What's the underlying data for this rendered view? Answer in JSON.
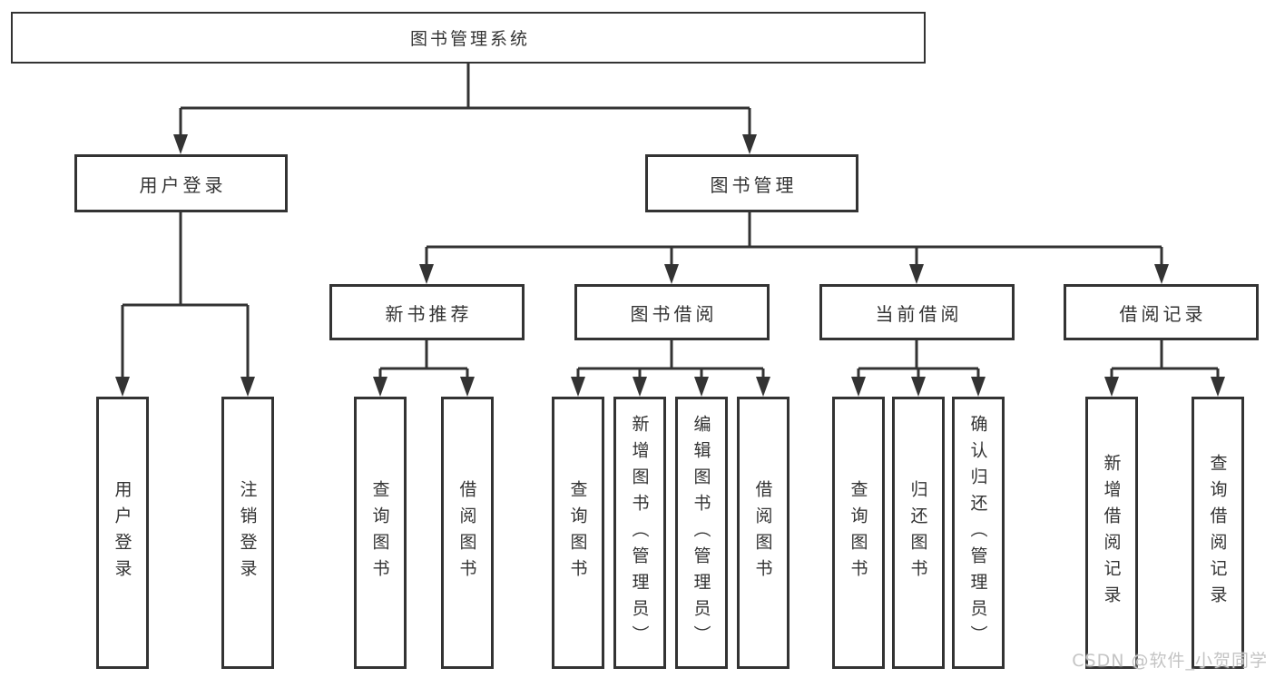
{
  "diagram": {
    "title": "图书管理系统",
    "colors": {
      "line": "#333333",
      "text": "#333333",
      "box_background": "#ffffff",
      "watermark": "#c4c4c4"
    },
    "root": {
      "label": "图书管理系统"
    },
    "level2": [
      {
        "id": "user-login",
        "label": "用户登录"
      },
      {
        "id": "book-management",
        "label": "图书管理"
      }
    ],
    "level3": [
      {
        "id": "new-book-recommend",
        "label": "新书推荐",
        "parent": "图书管理"
      },
      {
        "id": "book-borrow",
        "label": "图书借阅",
        "parent": "图书管理"
      },
      {
        "id": "current-borrow",
        "label": "当前借阅",
        "parent": "图书管理"
      },
      {
        "id": "borrow-records",
        "label": "借阅记录",
        "parent": "图书管理"
      }
    ],
    "leaves": [
      {
        "label": "用户登录",
        "parent": "用户登录"
      },
      {
        "label": "注销登录",
        "parent": "用户登录"
      },
      {
        "label": "查询图书",
        "parent": "新书推荐"
      },
      {
        "label": "借阅图书",
        "parent": "新书推荐"
      },
      {
        "label": "查询图书",
        "parent": "图书借阅"
      },
      {
        "label": "新增图书（管理员）",
        "parent": "图书借阅"
      },
      {
        "label": "编辑图书（管理员）",
        "parent": "图书借阅"
      },
      {
        "label": "借阅图书",
        "parent": "图书借阅"
      },
      {
        "label": "查询图书",
        "parent": "当前借阅"
      },
      {
        "label": "归还图书",
        "parent": "当前借阅"
      },
      {
        "label": "确认归还（管理员）",
        "parent": "当前借阅"
      },
      {
        "label": "新增借阅记录",
        "parent": "借阅记录"
      },
      {
        "label": "查询借阅记录",
        "parent": "借阅记录"
      }
    ],
    "watermark": "CSDN @软件_小贺同学"
  }
}
